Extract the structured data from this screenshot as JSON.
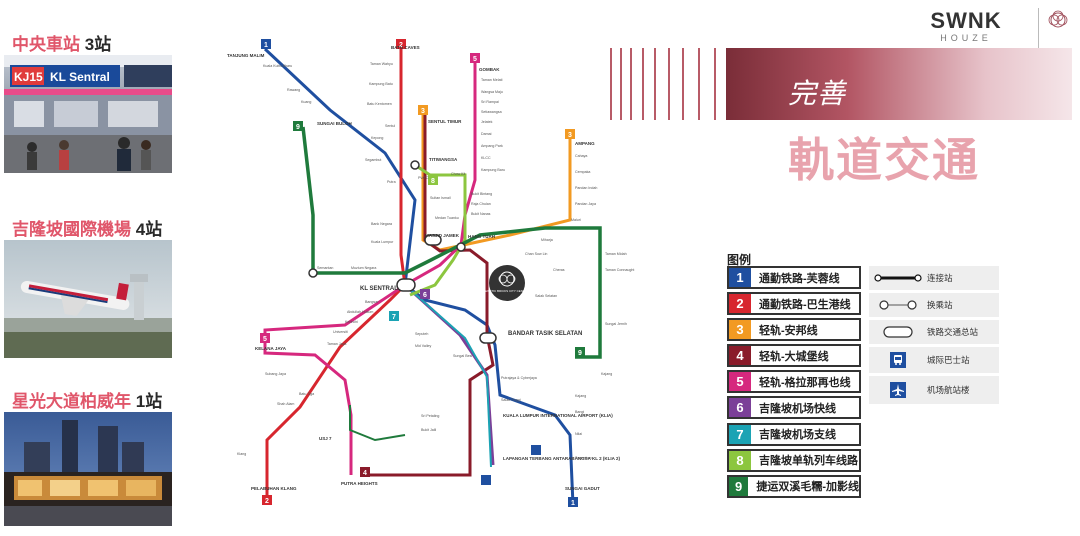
{
  "places": [
    {
      "name": "中央車站",
      "count": "3站"
    },
    {
      "name": "吉隆坡國際機場",
      "count": "4站"
    },
    {
      "name": "星光大道柏威年",
      "count": "1站"
    }
  ],
  "photo_signs": {
    "sentral_code": "KJ15",
    "sentral_name": "KL Sentral"
  },
  "brand": {
    "name": "SWNK",
    "sub": "HOUZE"
  },
  "header": {
    "subtitle": "完善",
    "title": "軌道交通"
  },
  "legend": {
    "title": "图例",
    "lines": [
      {
        "num": "1",
        "name": "通勤铁路-芙蓉线",
        "color": "#1f4fa0"
      },
      {
        "num": "2",
        "name": "通勤铁路-巴生港线",
        "color": "#d7262e"
      },
      {
        "num": "3",
        "name": "轻轨-安邦线",
        "color": "#f29a22"
      },
      {
        "num": "4",
        "name": "轻轨-大城堡线",
        "color": "#8a1b2a"
      },
      {
        "num": "5",
        "name": "轻轨-格拉那再也线",
        "color": "#d6287e"
      },
      {
        "num": "6",
        "name": "吉隆坡机场快线",
        "color": "#7b3f98"
      },
      {
        "num": "7",
        "name": "吉隆坡机场支线",
        "color": "#1ba3b4"
      },
      {
        "num": "8",
        "name": "吉隆坡单轨列车线路",
        "color": "#8cc63f"
      },
      {
        "num": "9",
        "name": "捷运双溪毛糯-加影线",
        "color": "#1f7a3c"
      }
    ],
    "symbols": [
      {
        "name": "连接站"
      },
      {
        "name": "换乘站"
      },
      {
        "name": "铁路交通总站"
      },
      {
        "name": "城际巴士站"
      },
      {
        "name": "机场航站楼"
      }
    ]
  },
  "map": {
    "line_badges": {
      "l1": "1",
      "l2": "2",
      "l3": "3",
      "l4": "4",
      "l5": "5",
      "l6": "6",
      "l7": "7",
      "l8": "8",
      "l9": "9"
    },
    "stations": {
      "tanjung_malim": "TANJUNG MALIM",
      "kuala_kubu": "Kuala Kubu Bharu",
      "rawang": "Rawang",
      "kuang": "Kuang",
      "sungai_buloh": "SUNGAI BULOH",
      "kepong": "Kepong",
      "segambut": "Segambut",
      "batu_caves": "BATU CAVES",
      "taman_wahyu": "Taman Wahyu",
      "kampung_batu": "Kampung Batu",
      "batu_kentomen": "Batu Kentomen",
      "sentul": "Sentul",
      "putra": "Putra",
      "bank_negara": "Bank Negara",
      "kuala_lumpur": "Kuala Lumpur",
      "sentul_timur": "SENTUL TIMUR",
      "titiwangsa": "TITIWANGSA",
      "pwtc": "PWTC",
      "sultan_ismail": "Sultan Ismail",
      "chow_kit": "Chow Kit",
      "gombak": "GOMBAK",
      "taman_melati": "Taman Melati",
      "wangsa_maju": "Wangsa Maju",
      "sri_rampai": "Sri Rampai",
      "setiawangsa": "Setiawangsa",
      "jelatek": "Jelatek",
      "damai": "Damai",
      "ampang_park": "Ampang Park",
      "klcc": "KLCC",
      "kampung_baru": "Kampung Baru",
      "masjid_jamek": "MASJID JAMEK",
      "hang_tuah": "HANG TUAH",
      "bukit_bintang": "Bukit Bintang",
      "raja_chulan": "Raja Chulan",
      "bukit_nanas": "Bukit Nanas",
      "medan_tuanku": "Medan Tuanku",
      "ampang": "AMPANG",
      "cahaya": "Cahaya",
      "cempaka": "Cempaka",
      "pandan_indah": "Pandan Indah",
      "pandan_jaya": "Pandan Jaya",
      "maluri": "Maluri",
      "miharja": "Miharja",
      "chan_sow_lin": "Chan Sow Lin",
      "cheras": "Cheras",
      "salak_selatan": "Salak Selatan",
      "kl_sentral": "KL SENTRAL",
      "bangsar": "Bangsar",
      "abdullah_hukum": "Abdullah Hukum",
      "kerinchi": "Kerinchi",
      "universiti": "Universiti",
      "taman_jaya": "Taman Jaya",
      "kelana_jaya": "KELANA JAYA",
      "subang_jaya": "Subang Jaya",
      "mid_valley": "Mid Valley",
      "seputeh": "Seputeh",
      "bandar_tasik_selatan": "BANDAR TASIK SELATAN",
      "sungai_besi": "Sungai Besi",
      "putrajaya": "Putrajaya & Cyberjaya",
      "salak_tinggi": "Salak Tinggi",
      "klia": "KUALA LUMPUR INTERNATIONAL AIRPORT (KLIA)",
      "klia2": "LAPANGAN TERBANG ANTARABANGSA KL 2 (KLIA 2)",
      "kajang": "Kajang",
      "bangi": "Bangi",
      "nilai": "Nilai",
      "seremban": "Seremban",
      "sungai_gadut": "SUNGAI GADUT",
      "pelabuhan_klang": "PELABUHAN KLANG",
      "klang": "Klang",
      "shah_alam": "Shah Alam",
      "batu_tiga": "Batu Tiga",
      "usj7": "USJ 7",
      "putra_heights": "PUTRA HEIGHTS",
      "sri_petaling": "Sri Petaling",
      "bukit_jalil": "Bukit Jalil",
      "semantan": "Semantan",
      "muzium_negara": "Muzium Negara",
      "kajang_mrt": "Kajang",
      "taman_midah": "Taman Midah",
      "taman_connaught": "Taman Connaught",
      "sungai_jernih": "Sungai Jernih"
    },
    "pavilion_badge": "EXOTIC BRICKS CITY CENTER"
  }
}
